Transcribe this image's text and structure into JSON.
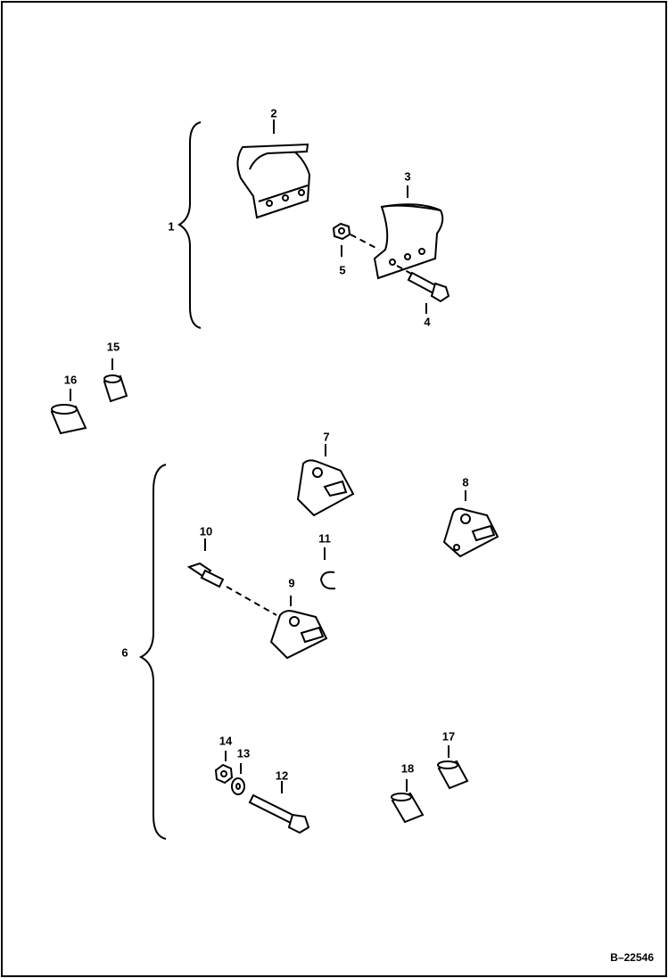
{
  "diagram": {
    "reference_code": "B–22546",
    "groups": [
      {
        "callout": "1",
        "parts": [
          "2",
          "3",
          "4",
          "5"
        ]
      },
      {
        "callout": "6",
        "parts": [
          "7",
          "8",
          "9",
          "10",
          "11",
          "12",
          "13",
          "14"
        ]
      }
    ],
    "callouts": {
      "c1": "1",
      "c2": "2",
      "c3": "3",
      "c4": "4",
      "c5": "5",
      "c6": "6",
      "c7": "7",
      "c8": "8",
      "c9": "9",
      "c10": "10",
      "c11": "11",
      "c12": "12",
      "c13": "13",
      "c14": "14",
      "c15": "15",
      "c16": "16",
      "c17": "17",
      "c18": "18"
    }
  }
}
